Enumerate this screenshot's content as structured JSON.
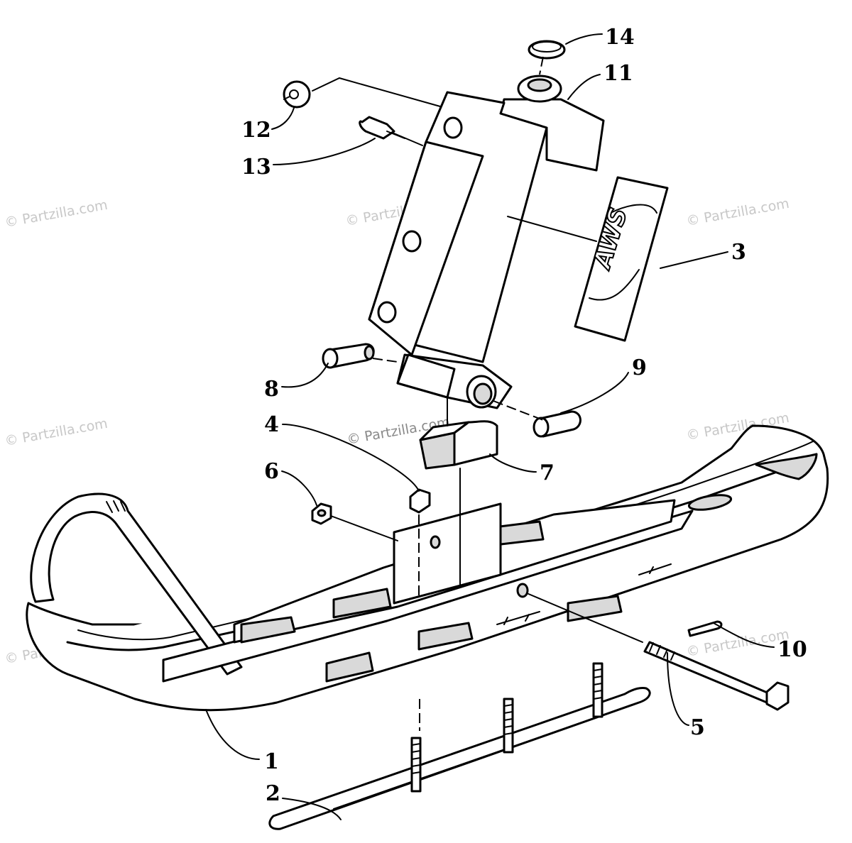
{
  "watermark": {
    "text": "© Partzilla.com",
    "color_faint": "#c8c8c8",
    "color_main": "#8a8a8a"
  },
  "decal": {
    "text": "AWS"
  },
  "callouts": [
    {
      "id": "1",
      "label": "1"
    },
    {
      "id": "2",
      "label": "2"
    },
    {
      "id": "3",
      "label": "3"
    },
    {
      "id": "4",
      "label": "4"
    },
    {
      "id": "5",
      "label": "5"
    },
    {
      "id": "6",
      "label": "6"
    },
    {
      "id": "7",
      "label": "7"
    },
    {
      "id": "8",
      "label": "8"
    },
    {
      "id": "9",
      "label": "9"
    },
    {
      "id": "10",
      "label": "10"
    },
    {
      "id": "11",
      "label": "11"
    },
    {
      "id": "12",
      "label": "12"
    },
    {
      "id": "13",
      "label": "13"
    },
    {
      "id": "14",
      "label": "14"
    }
  ],
  "colors": {
    "line": "#000000",
    "background": "#ffffff",
    "shade": "#d9d9d9"
  }
}
